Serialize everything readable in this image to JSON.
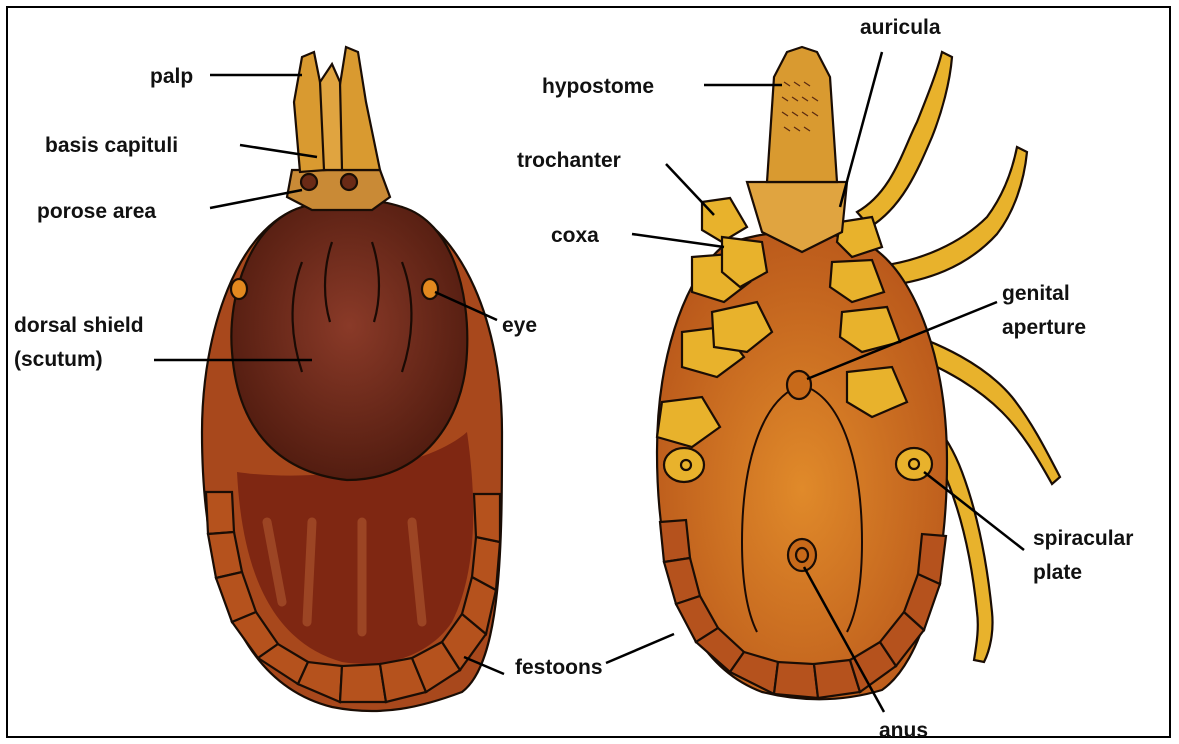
{
  "labels": {
    "palp": "palp",
    "basis_capituli": "basis capituli",
    "porose_area": "porose area",
    "dorsal_shield_1": "dorsal shield",
    "dorsal_shield_2": "(scutum)",
    "eye": "eye",
    "hypostome": "hypostome",
    "auricula": "auricula",
    "trochanter": "trochanter",
    "coxa": "coxa",
    "genital_1": "genital",
    "genital_2": "aperture",
    "spiracular_1": "spiracular",
    "spiracular_2": "plate",
    "festoons": "festoons",
    "anus": "anus"
  },
  "colors": {
    "scutum": "#5a1f10",
    "body_dorsal": "#a84a1c",
    "body_dorsal_inner": "#7a2412",
    "capitulum": "#d99a30",
    "body_ventral": "#c86a1a",
    "legs": "#e8b22c",
    "festoon": "#b5521d"
  }
}
